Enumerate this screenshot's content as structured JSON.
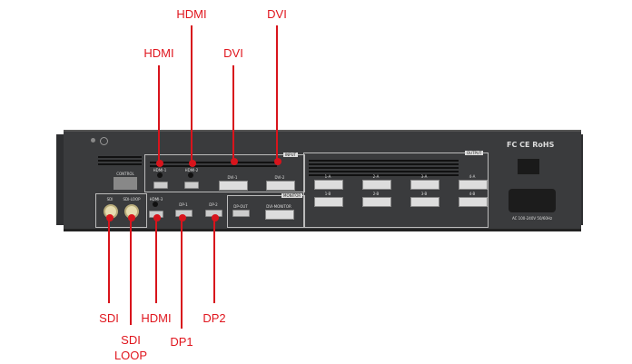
{
  "callouts": {
    "hdmi_top": "HDMI",
    "dvi_top": "DVI",
    "hdmi_mid": "HDMI",
    "dvi_mid": "DVI",
    "sdi": "SDI",
    "sdi_loop_1": "SDI",
    "sdi_loop_2": "LOOP",
    "hdmi_bottom": "HDMI",
    "dp1": "DP1",
    "dp2": "DP2"
  },
  "panel": {
    "control": "CONTROL",
    "input": "INPUT",
    "output": "OUTPUT",
    "monitor": "MONITOR",
    "hdmi1": "HDMI-1",
    "hdmi2": "HDMI-2",
    "hdmi3": "HDMI-3",
    "dvi1": "DVI-1",
    "dvi2": "DVI-2",
    "sdi": "SDI",
    "sdi_loop": "SDI-LOOP",
    "dp1": "DP-1",
    "dp2": "DP-2",
    "dp_out": "DP-OUT",
    "dvi_monitor": "DVI-MONITOR",
    "outputs_a": [
      "1-A",
      "2-A",
      "3-A",
      "4-A"
    ],
    "outputs_b": [
      "1-B",
      "2-B",
      "3-B",
      "4-B"
    ],
    "certs": "FC CE RoHS",
    "power": "AC 100-240V 50/60Hz"
  },
  "colors": {
    "callout": "#e0161e",
    "chassis": "#3a3b3d"
  }
}
